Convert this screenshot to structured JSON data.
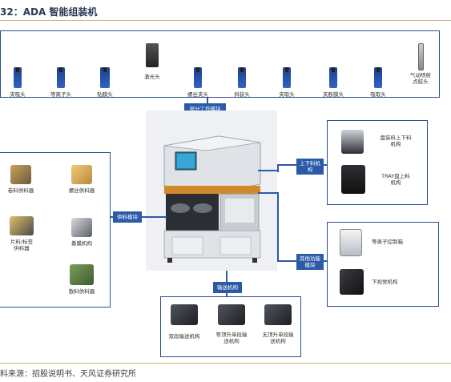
{
  "header": {
    "title": "32：ADA 智能组装机"
  },
  "footer": {
    "source": "料来源：招股说明书、天风证券研究所"
  },
  "top_modules": {
    "tag": "部分工作模块",
    "heads": [
      {
        "label": "夹吸头"
      },
      {
        "label": "等离子头"
      },
      {
        "label": "贴膜头"
      },
      {
        "label": "激光头"
      },
      {
        "label": "螺丝夹头"
      },
      {
        "label": "斜装头"
      },
      {
        "label": "夹取头"
      },
      {
        "label": "夹断膜头"
      },
      {
        "label": "吸取头"
      },
      {
        "label": "气动喷射\n点胶头"
      }
    ]
  },
  "feed_modules": {
    "tag": "供料模块",
    "items": [
      {
        "label": "卷料供料器"
      },
      {
        "label": "螺丝供料器"
      },
      {
        "label": "片料/标签\n供料器"
      },
      {
        "label": "撕膜机构"
      },
      {
        "label": "散料供料器"
      }
    ]
  },
  "loading_modules": {
    "tag": "上下料机\n构",
    "items": [
      {
        "label": "盘装料上下料\n机构"
      },
      {
        "label": "TRAY盘上料\n机构"
      }
    ]
  },
  "other_modules": {
    "tag": "其他功能\n模块",
    "items": [
      {
        "label": "等离子控制箱"
      },
      {
        "label": "下视觉机构"
      }
    ]
  },
  "conveyor_modules": {
    "tag": "输送机构",
    "items": [
      {
        "label": "双段输送机构"
      },
      {
        "label": "等顶升单段输\n送机构"
      },
      {
        "label": "无顶升单段输\n送机构"
      }
    ]
  },
  "colors": {
    "accent": "#2a5aa8",
    "border": "#2a4d8f",
    "rule": "#c9b27a"
  }
}
